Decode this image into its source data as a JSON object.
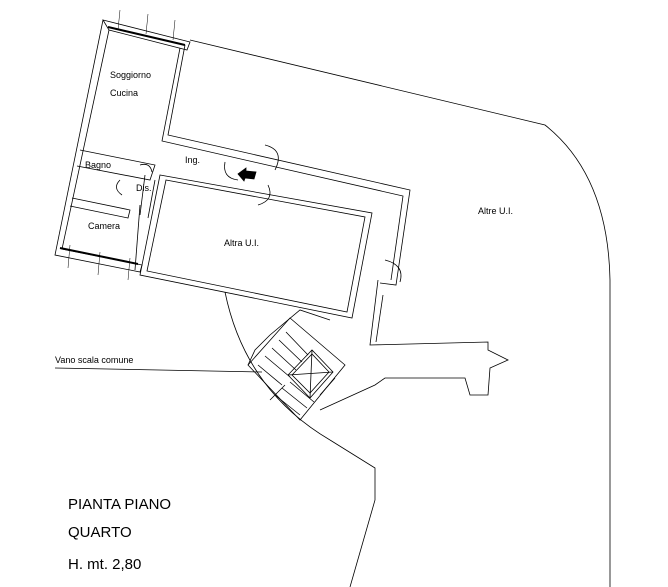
{
  "rooms": {
    "soggiorno": "Soggiorno",
    "cucina": "Cucina",
    "bagno": "Bagno",
    "ingresso": "Ing.",
    "disimpegno": "Dis.",
    "camera": "Camera",
    "altra_ui": "Altra U.I.",
    "altre_ui": "Altre U.I."
  },
  "annotations": {
    "stair": "Vano scala comune"
  },
  "title": {
    "line1": "PIANTA PIANO",
    "line2": "QUARTO",
    "height": "H. mt. 2,80"
  }
}
